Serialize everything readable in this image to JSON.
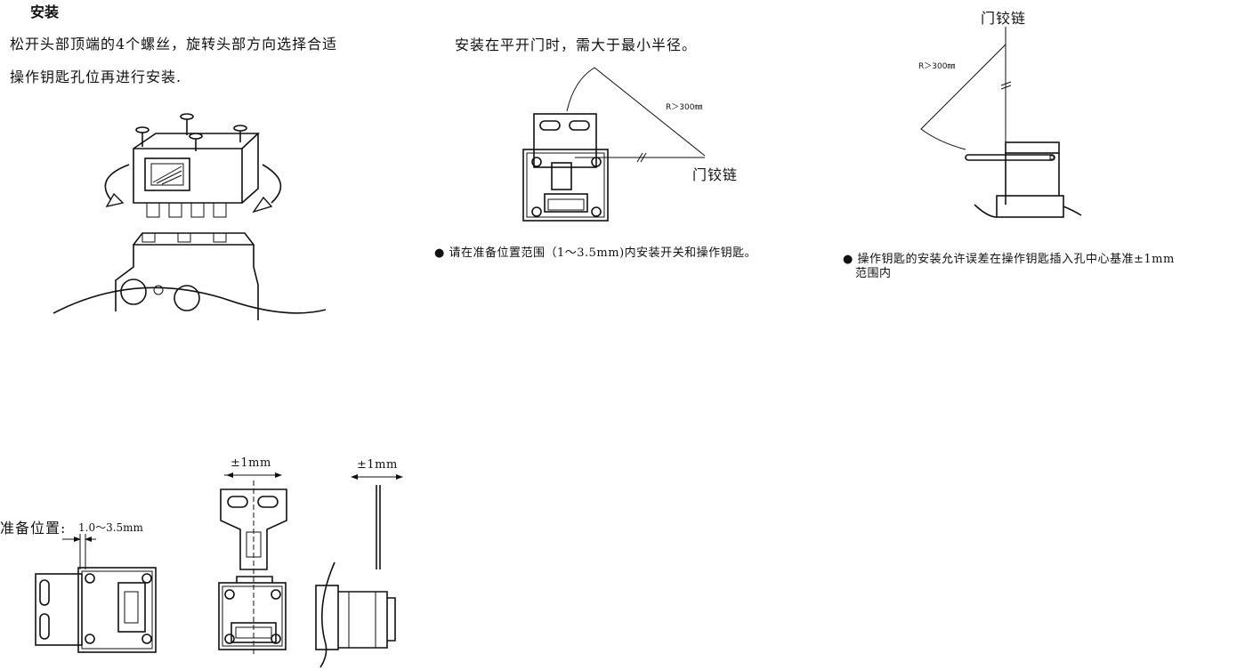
{
  "install": {
    "title": "安装",
    "step_line1": "松开头部顶端的4个螺丝，旋转头部方向选择合适",
    "step_line2": "操作钥匙孔位再进行安装."
  },
  "sliding_door": {
    "caption": "安装在平开门时，需大于最小半径。",
    "radius_label": "R＞300㎜",
    "hinge_label": "门铰链",
    "note": "● 请在准备位置范围（1〜3.5mm)内安装开关和操作钥匙。"
  },
  "hinged_door": {
    "hinge_label": "门铰链",
    "radius_label": "R＞300㎜",
    "note_line1": "● 操作钥匙的安装允许误差在操作钥匙插入孔中心基准±1mm",
    "note_line2": "范围内"
  },
  "tolerance": {
    "prep_label": "准备位置:",
    "prep_value": "1.0〜3.5mm",
    "front_tol": "±1mm",
    "side_tol": "±1mm"
  }
}
